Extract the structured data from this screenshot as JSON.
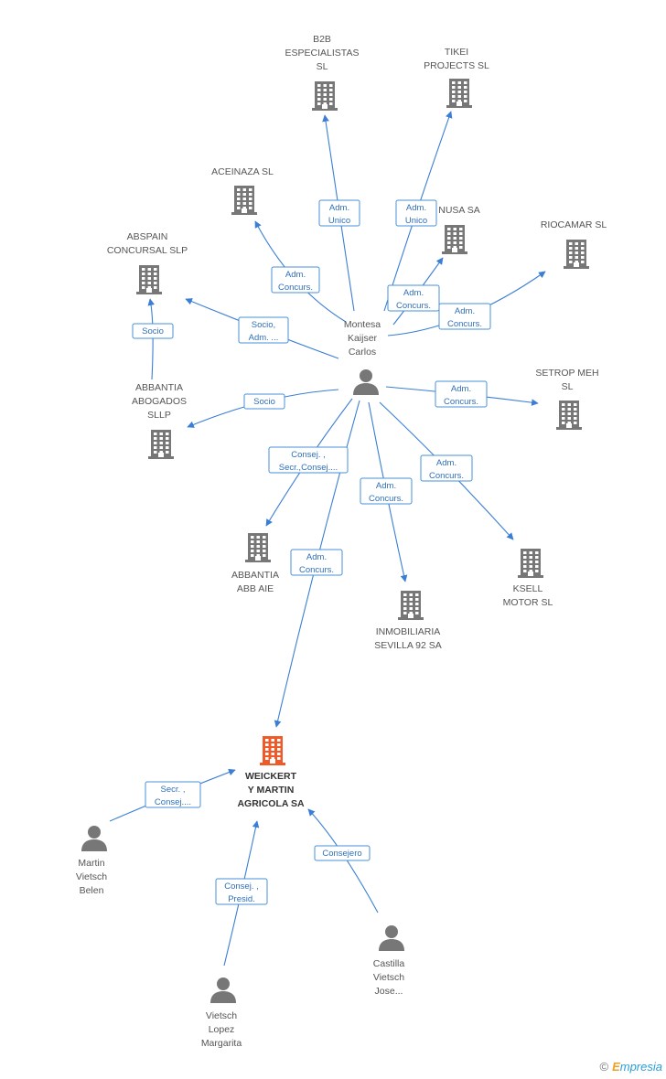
{
  "colors": {
    "company": "#777777",
    "main_company": "#f05a28",
    "person": "#777777",
    "edge": "#3a7fd5"
  },
  "nodes": [
    {
      "id": "b2b",
      "type": "company",
      "label": [
        "B2B",
        "ESPECIALISTAS",
        "SL"
      ]
    },
    {
      "id": "tikei",
      "type": "company",
      "label": [
        "TIKEI",
        "PROJECTS  SL"
      ]
    },
    {
      "id": "aceinaza",
      "type": "company",
      "label": [
        "ACEINAZA SL"
      ]
    },
    {
      "id": "nusa",
      "type": "company",
      "label": [
        "NUSA SA"
      ]
    },
    {
      "id": "riocamar",
      "type": "company",
      "label": [
        "RIOCAMAR SL"
      ]
    },
    {
      "id": "abspain",
      "type": "company",
      "label": [
        "ABSPAIN",
        "CONCURSAL SLP"
      ]
    },
    {
      "id": "setrop",
      "type": "company",
      "label": [
        "SETROP MEH",
        "SL"
      ]
    },
    {
      "id": "abbantia_sllp",
      "type": "company",
      "label": [
        "ABBANTIA",
        "ABOGADOS",
        "SLLP"
      ]
    },
    {
      "id": "abbantia_aie",
      "type": "company",
      "label": [
        "ABBANTIA",
        "ABB AIE"
      ]
    },
    {
      "id": "inmobiliaria",
      "type": "company",
      "label": [
        "INMOBILIARIA",
        "SEVILLA 92 SA"
      ]
    },
    {
      "id": "ksell",
      "type": "company",
      "label": [
        "KSELL",
        "MOTOR SL"
      ]
    },
    {
      "id": "weickert",
      "type": "main_company",
      "label": [
        "WEICKERT",
        "Y MARTIN",
        "AGRICOLA SA"
      ]
    },
    {
      "id": "montesa",
      "type": "person",
      "label": [
        "Montesa",
        "Kaijser",
        "Carlos"
      ]
    },
    {
      "id": "martin",
      "type": "person",
      "label": [
        "Martin",
        "Vietsch",
        "Belen"
      ]
    },
    {
      "id": "castilla",
      "type": "person",
      "label": [
        "Castilla",
        "Vietsch",
        "Jose..."
      ]
    },
    {
      "id": "vietsch",
      "type": "person",
      "label": [
        "Vietsch",
        "Lopez",
        "Margarita"
      ]
    }
  ],
  "edges": [
    {
      "from": "montesa",
      "to": "b2b",
      "label": [
        "Adm.",
        "Unico"
      ]
    },
    {
      "from": "montesa",
      "to": "tikei",
      "label": [
        "Adm.",
        "Unico"
      ]
    },
    {
      "from": "montesa",
      "to": "aceinaza",
      "label": [
        "Adm.",
        "Concurs."
      ]
    },
    {
      "from": "montesa",
      "to": "nusa",
      "label": [
        "Adm.",
        "Concurs."
      ]
    },
    {
      "from": "montesa",
      "to": "riocamar",
      "label": [
        "Adm.",
        "Concurs."
      ]
    },
    {
      "from": "montesa",
      "to": "abspain",
      "label": [
        "Socio,",
        "Adm. ..."
      ]
    },
    {
      "from": "abbantia_sllp",
      "to": "abspain",
      "label": [
        "Socio"
      ]
    },
    {
      "from": "montesa",
      "to": "abbantia_sllp",
      "label": [
        "Socio"
      ]
    },
    {
      "from": "montesa",
      "to": "setrop",
      "label": [
        "Adm.",
        "Concurs."
      ]
    },
    {
      "from": "montesa",
      "to": "abbantia_aie",
      "label": [
        "Consej. ,",
        "Secr.,Consej...."
      ]
    },
    {
      "from": "montesa",
      "to": "inmobiliaria",
      "label": [
        "Adm.",
        "Concurs."
      ]
    },
    {
      "from": "montesa",
      "to": "ksell",
      "label": [
        "Adm.",
        "Concurs."
      ]
    },
    {
      "from": "montesa",
      "to": "weickert",
      "label": [
        "Adm.",
        "Concurs."
      ]
    },
    {
      "from": "martin",
      "to": "weickert",
      "label": [
        "Secr. ,",
        "Consej...."
      ]
    },
    {
      "from": "vietsch",
      "to": "weickert",
      "label": [
        "Consej. ,",
        "Presid."
      ]
    },
    {
      "from": "castilla",
      "to": "weickert",
      "label": [
        "Consejero"
      ]
    }
  ],
  "credit": {
    "copyright": "©",
    "brand_initial": "E",
    "brand_rest": "mpresia"
  }
}
